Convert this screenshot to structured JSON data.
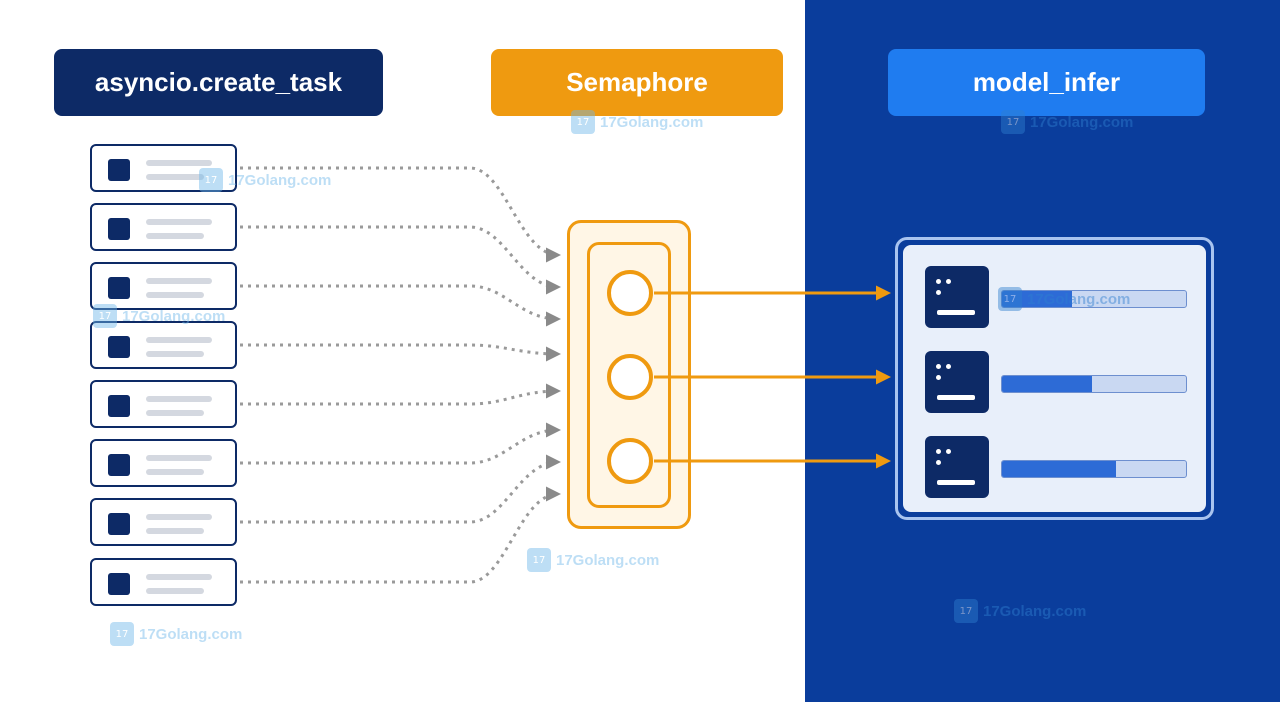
{
  "headers": {
    "left": "asyncio.create_task",
    "middle": "Semaphore",
    "right": "model_infer"
  },
  "tasks": [
    {
      "id": 1
    },
    {
      "id": 2
    },
    {
      "id": 3
    },
    {
      "id": 4
    },
    {
      "id": 5
    },
    {
      "id": 6
    },
    {
      "id": 7
    },
    {
      "id": 8
    }
  ],
  "semaphore_slots": 3,
  "workers": [
    {
      "progress": 0.38
    },
    {
      "progress": 0.49
    },
    {
      "progress": 0.62
    }
  ],
  "watermark": {
    "logo_text": "17",
    "text": "17Golang.com"
  },
  "colors": {
    "navy": "#0d2a66",
    "orange": "#ef9a10",
    "blue": "#1f7cf0",
    "panel_blue": "#0a3d9c"
  }
}
